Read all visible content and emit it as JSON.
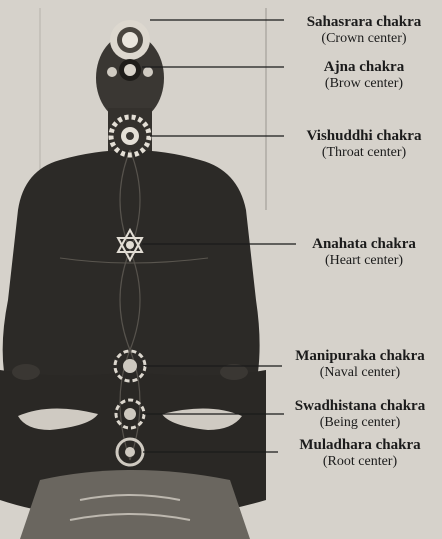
{
  "labels": [
    {
      "name": "Sahasrara chakra",
      "center": "(Crown center)"
    },
    {
      "name": "Ajna chakra",
      "center": "(Brow center)"
    },
    {
      "name": "Vishuddhi chakra",
      "center": "(Throat center)"
    },
    {
      "name": "Anahata chakra",
      "center": "(Heart center)"
    },
    {
      "name": "Manipuraka chakra",
      "center": "(Naval center)"
    },
    {
      "name": "Swadhistana chakra",
      "center": "(Being center)"
    },
    {
      "name": "Muladhara chakra",
      "center": "(Root center)"
    }
  ],
  "colors": {
    "background": "#d6d2cb",
    "figure": "#2c2a27",
    "figure_light": "#4a4742",
    "chakra_glow": "#e8e4dc",
    "text": "#1b1b1b"
  }
}
